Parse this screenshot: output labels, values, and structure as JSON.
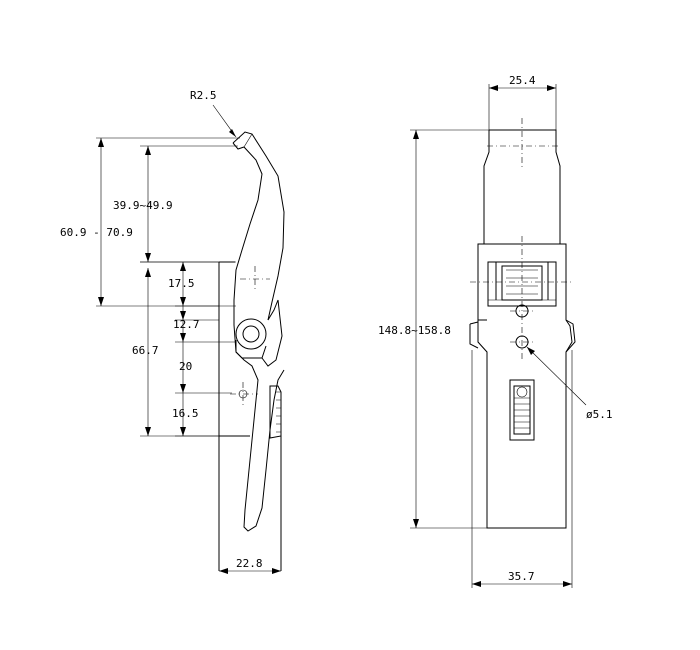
{
  "dimensions": {
    "radius": "R2.5",
    "overall_height_side": "60.9 - 70.9",
    "upper_hook_range": "39.9~49.9",
    "d_17_5": "17.5",
    "d_12_7": "12.7",
    "d_66_7": "66.7",
    "d_20": "20",
    "d_16_5": "16.5",
    "base_width_side": "22.8",
    "top_width_front": "25.4",
    "overall_length_front": "148.8~158.8",
    "hole_diameter": "ø5.1",
    "base_width_front": "35.7"
  }
}
